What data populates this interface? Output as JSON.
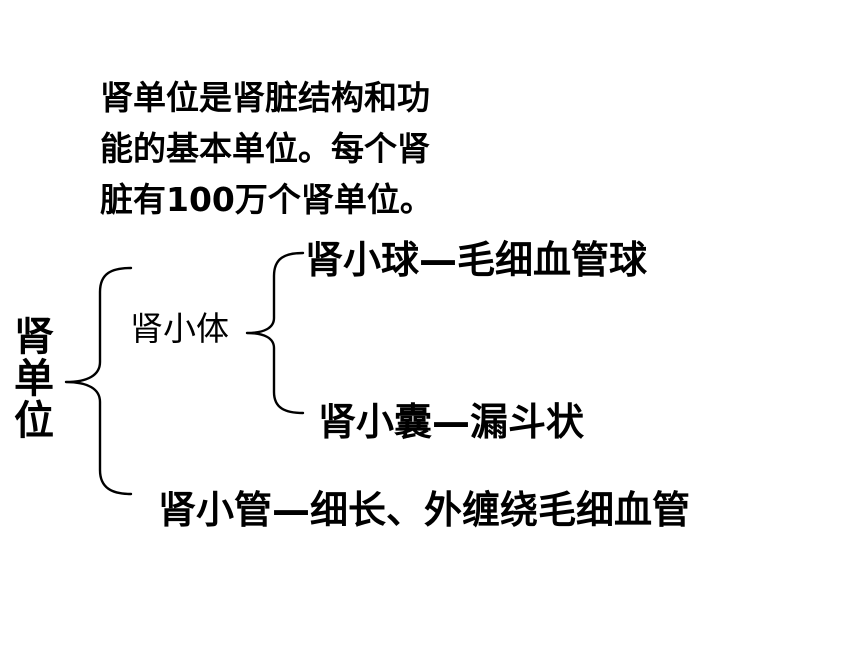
{
  "intro": {
    "lines": [
      "肾单位是肾脏结构和功",
      "能的基本单位。每个肾",
      "脏有100万个肾单位。"
    ]
  },
  "tree": {
    "root": "肾单位",
    "corpuscle": {
      "label": "肾小体",
      "glomerulus": "肾小球—毛细血管球",
      "capsule": "肾小囊—漏斗状"
    },
    "tubule": "肾小管—细长、外缠绕毛细血管"
  }
}
